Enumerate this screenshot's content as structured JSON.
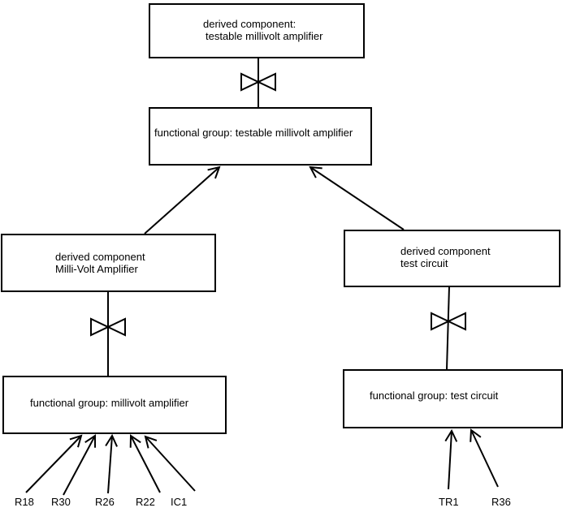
{
  "nodes": {
    "top_derived": {
      "line1": "derived component:",
      "line2": "testable millivolt amplifier"
    },
    "top_functional": {
      "label": "functional group: testable millivolt amplifier"
    },
    "left_derived": {
      "line1": "derived component",
      "line2": "Milli-Volt Amplifier"
    },
    "right_derived": {
      "line1": "derived component",
      "line2": "test circuit"
    },
    "left_functional": {
      "label": "functional group: millivolt amplifier"
    },
    "right_functional": {
      "label": "functional group: test circuit"
    }
  },
  "leaf_components": {
    "r18": "R18",
    "r30": "R30",
    "r26": "R26",
    "r22": "R22",
    "ic1": "IC1",
    "tr1": "TR1",
    "r36": "R36"
  },
  "colors": {
    "background": "#ffffff",
    "line": "#000000",
    "text": "#000000"
  }
}
